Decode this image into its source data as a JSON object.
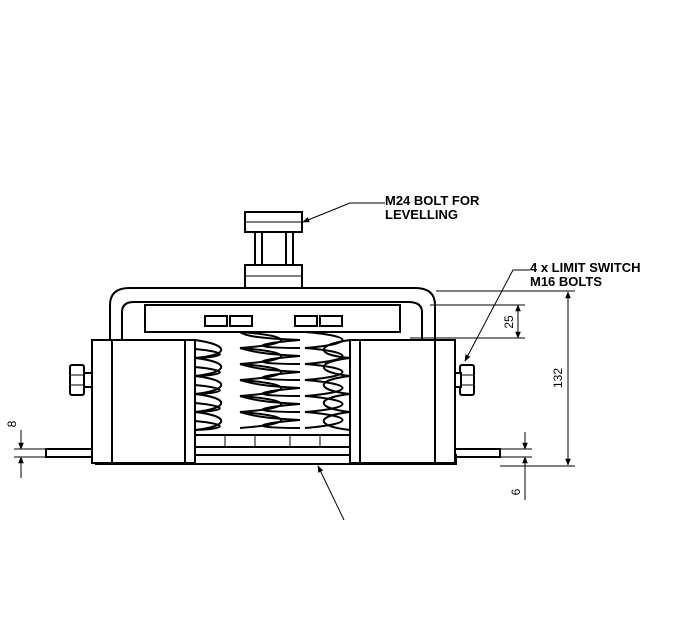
{
  "annotations": {
    "bolt_label_line1": "M24 BOLT FOR",
    "bolt_label_line2": "LEVELLING",
    "switch_label_line1": "4 x LIMIT SWITCH",
    "switch_label_line2": "M16 BOLTS"
  },
  "dimensions": {
    "gap": "25",
    "height": "132",
    "base": "6",
    "left_partial": "8"
  }
}
